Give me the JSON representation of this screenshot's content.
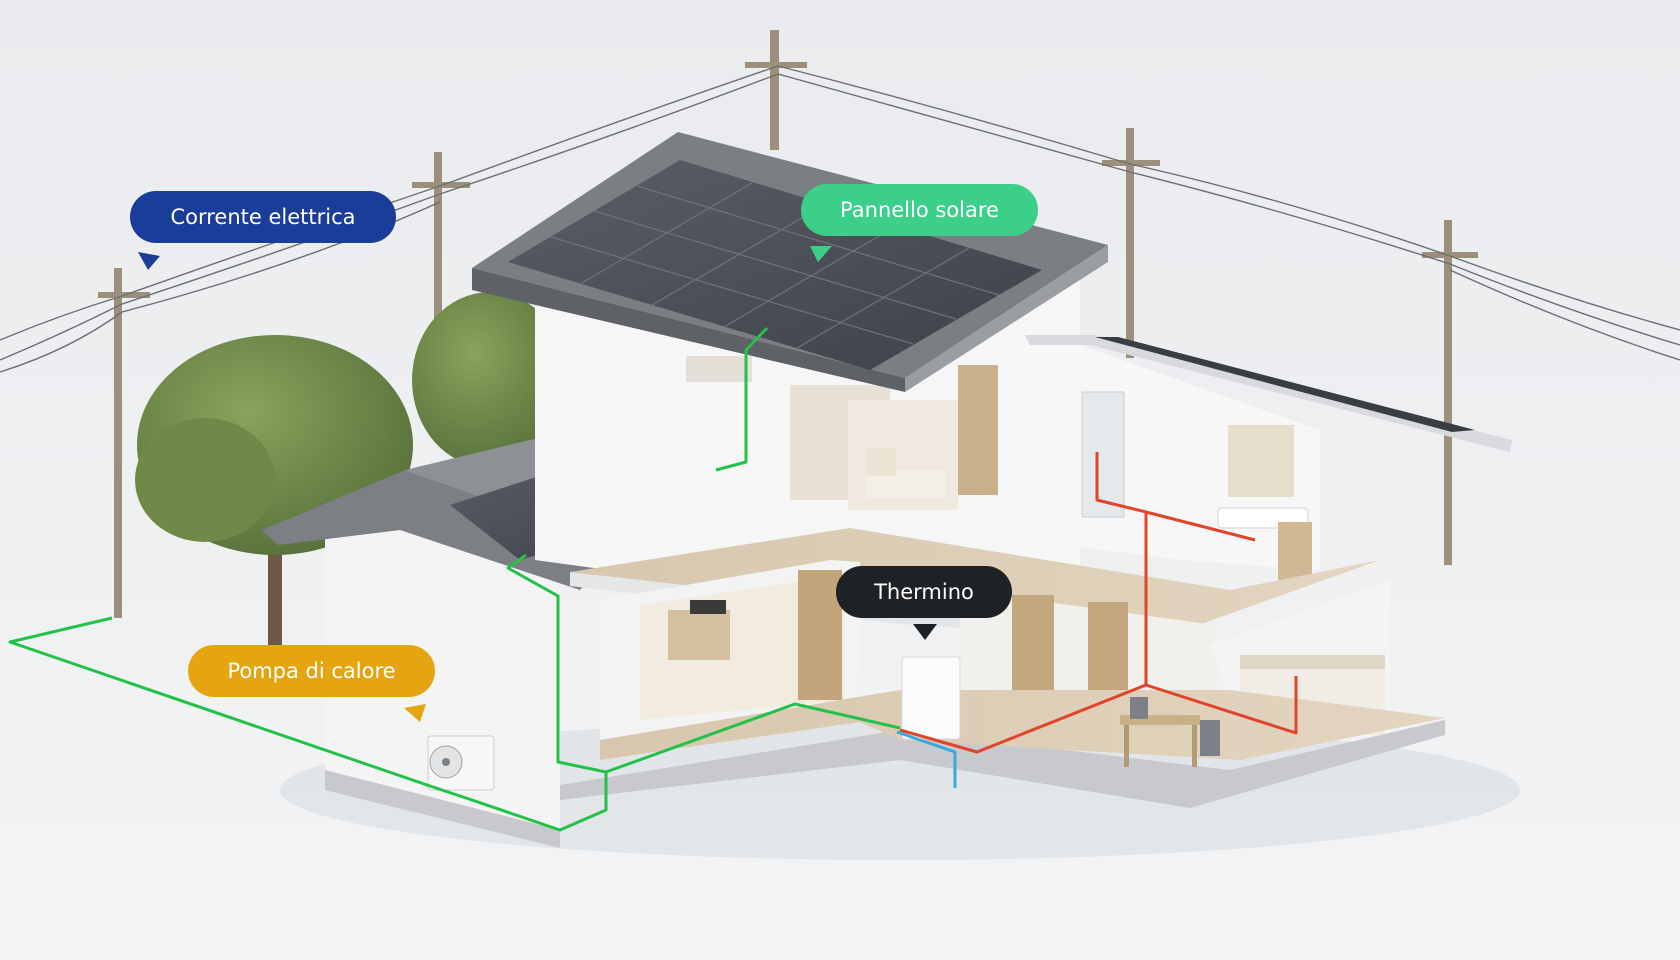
{
  "labels": {
    "electric": "Corrente elettrica",
    "solar": "Pannello solare",
    "thermino": "Thermino",
    "heat_pump": "Pompa di calore"
  },
  "colors": {
    "electric": "#1a3d99",
    "solar": "#3ccf8a",
    "thermino": "#1f2224",
    "heat_pump": "#e4a511",
    "power_line": "#22c24a",
    "hot_water": "#e0452a",
    "cold_water": "#35a9e0"
  }
}
